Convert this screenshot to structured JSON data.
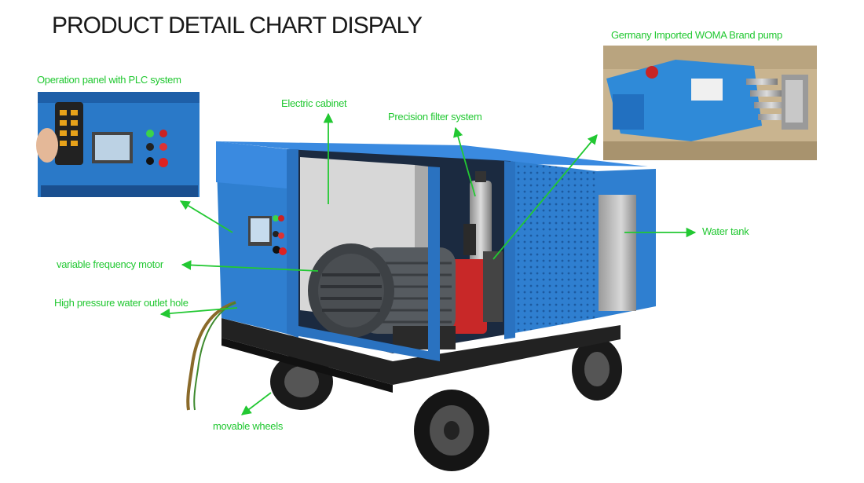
{
  "title": "PRODUCT DETAIL CHART DISPALY",
  "labels": {
    "operation_panel": "Operation panel with PLC system",
    "electric_cabinet": "Electric cabinet",
    "precision_filter": "Precision filter system",
    "pump": "Germany Imported WOMA Brand pump",
    "water_tank": "Water tank",
    "motor": "variable frequency motor",
    "outlet_hole": "High pressure water outlet hole",
    "wheels": "movable wheels"
  },
  "colors": {
    "label_green": "#22c832",
    "frame_blue": "#2f7fd0",
    "motor_gray": "#4a4e52",
    "pump_red": "#d02a2a"
  }
}
